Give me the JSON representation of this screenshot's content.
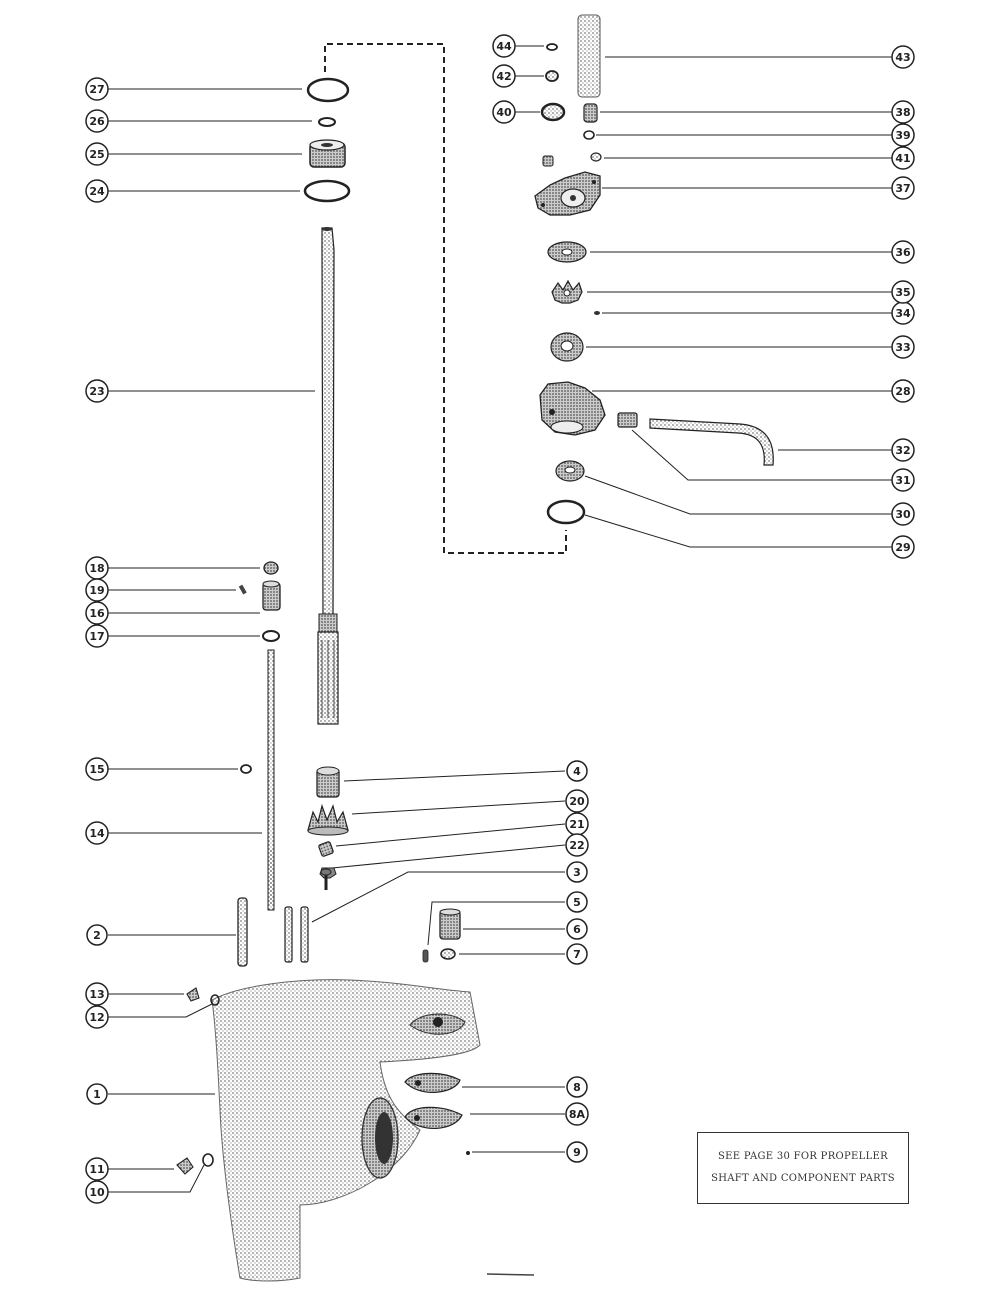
{
  "note": {
    "line1": "SEE PAGE 30 FOR PROPELLER",
    "line2": "SHAFT AND COMPONENT PARTS"
  },
  "callouts": [
    "1",
    "2",
    "3",
    "4",
    "5",
    "6",
    "7",
    "8",
    "8A",
    "9",
    "10",
    "11",
    "12",
    "13",
    "14",
    "15",
    "16",
    "17",
    "18",
    "19",
    "20",
    "21",
    "22",
    "23",
    "24",
    "25",
    "26",
    "27",
    "28",
    "29",
    "30",
    "31",
    "32",
    "33",
    "34",
    "35",
    "36",
    "37",
    "38",
    "39",
    "40",
    "41",
    "42",
    "43",
    "44"
  ],
  "colors": {
    "ink": "#222222",
    "stipple": "#8a8a8a",
    "paper": "#ffffff"
  }
}
